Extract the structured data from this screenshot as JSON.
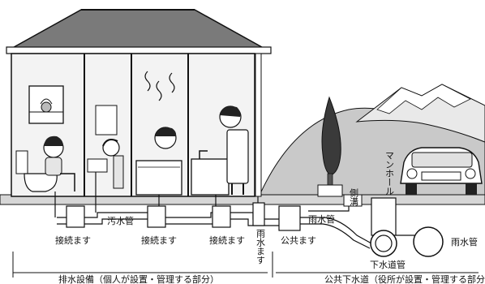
{
  "labels": {
    "connection_box_1": "接続ます",
    "waste_pipe": "汚水管",
    "connection_box_2": "接続ます",
    "connection_box_3": "接続ます",
    "rain_box": "雨水ます",
    "public_box": "公共ます",
    "rain_pipe": "雨水管",
    "gutter": "側溝",
    "manhole": "マンホール",
    "sewer_pipe": "下水道管",
    "rain_water_pipe_right": "雨水管"
  },
  "sections": {
    "private": "排水設備（個人が設置・管理する部分）",
    "public": "公共下水道（役所が設置・管理する部分）"
  },
  "colors": {
    "line": "#111111",
    "ground": "#bdbdbd",
    "mountain": "#cfcfcf",
    "wall": "#f2f2f2",
    "roof": "#6f6f6f"
  }
}
